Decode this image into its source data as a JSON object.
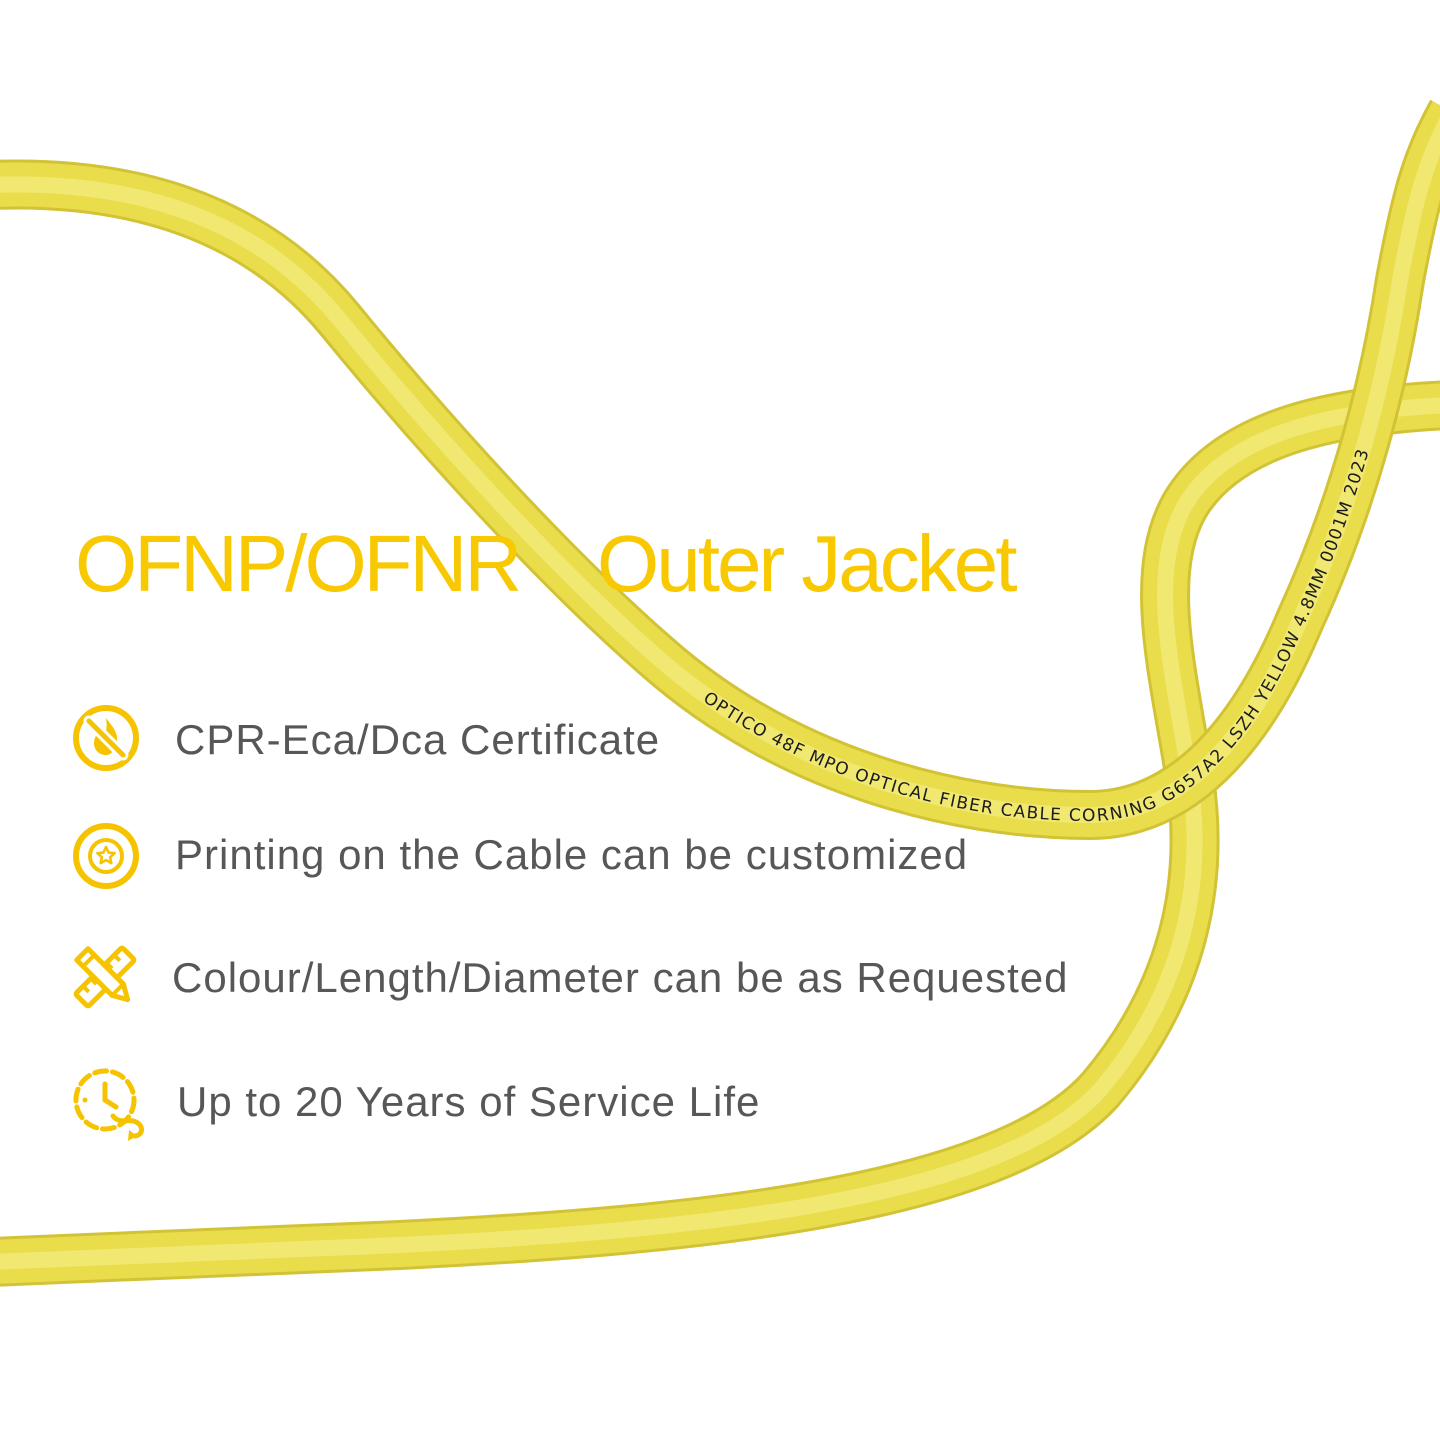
{
  "title": {
    "left": "OFNP/OFNR",
    "right": "Outer Jacket"
  },
  "features": [
    {
      "icon": "no-fire-icon",
      "text": "CPR-Eca/Dca Certificate"
    },
    {
      "icon": "badge-star-icon",
      "text": "Printing on the Cable can be customized"
    },
    {
      "icon": "pencil-ruler-icon",
      "text": "Colour/Length/Diameter can be as Requested"
    },
    {
      "icon": "clock-arrow-icon",
      "text": "Up to 20 Years of Service Life"
    }
  ],
  "cable": {
    "print_text": "OPTICO 48F MPO OPTICAL FIBER CABLE CORNING G657A2 LSZH YELLOW 4.8MM 0001M 2023",
    "color": "#e9dd4b",
    "edge_color": "#d2c336",
    "highlight_color": "#f1e872"
  },
  "colors": {
    "accent": "#f8c800",
    "text": "#575757",
    "background": "#ffffff"
  }
}
